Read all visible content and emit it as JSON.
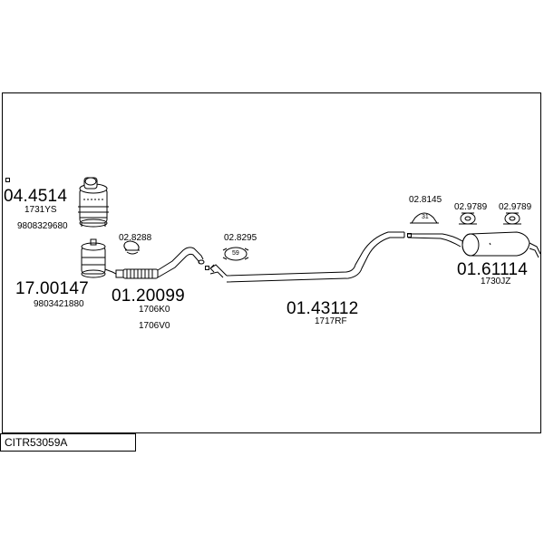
{
  "diagram_code": "CITR53059A",
  "parts": {
    "part_a": {
      "number": "04.4514",
      "refs": [
        "1731YS",
        "9808329680"
      ]
    },
    "part_b": {
      "number": "17.00147",
      "refs": [
        "9803421880"
      ]
    },
    "part_c": {
      "number": "01.20099",
      "refs": [
        "1706K0",
        "1706V0"
      ]
    },
    "part_d": {
      "number": "01.43112",
      "refs": [
        "1717RF"
      ]
    },
    "part_e": {
      "number": "01.61114",
      "refs": [
        "1730JZ"
      ]
    }
  },
  "accessories": {
    "clamp_1": {
      "number": "02.8288"
    },
    "clamp_2": {
      "number": "02.8295",
      "badge": "59"
    },
    "mount_1": {
      "number": "02.8145",
      "badge": "31"
    },
    "mount_2": {
      "number": "02.9789"
    },
    "mount_3": {
      "number": "02.9789"
    }
  }
}
